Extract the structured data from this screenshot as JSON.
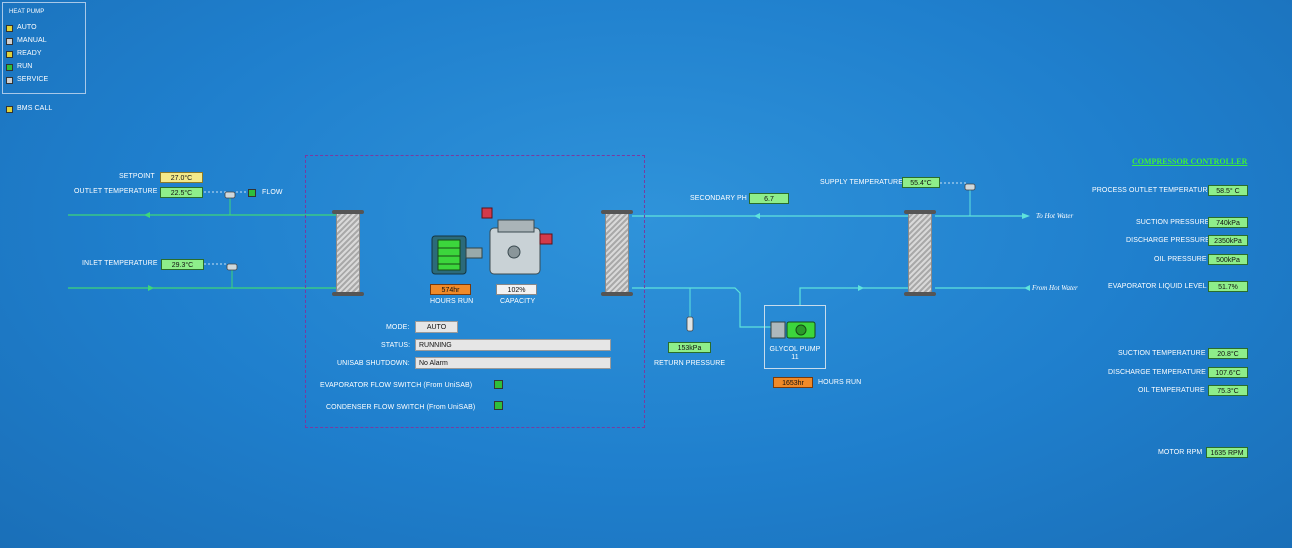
{
  "legend": {
    "title": "HEAT PUMP",
    "items": [
      {
        "label": "AUTO",
        "color": "#e0d23a"
      },
      {
        "label": "MANUAL",
        "color": "#cfcfcf"
      },
      {
        "label": "READY",
        "color": "#e0d23a"
      },
      {
        "label": "RUN",
        "color": "#2fbf3a"
      },
      {
        "label": "SERVICE",
        "color": "#cfcfcf"
      }
    ],
    "bms_call": {
      "label": "BMS CALL",
      "color": "#e0d23a"
    }
  },
  "left": {
    "setpoint_label": "SETPOINT",
    "setpoint_value": "27.0°C",
    "outlet_label": "OUTLET TEMPERATURE",
    "outlet_value": "22.5°C",
    "flow_label": "FLOW",
    "inlet_label": "INLET TEMPERATURE",
    "inlet_value": "29.3°C"
  },
  "compressor": {
    "hours_value": "574hr",
    "hours_label": "HOURS RUN",
    "capacity_value": "102%",
    "capacity_label": "CAPACITY"
  },
  "status": {
    "mode_label": "MODE:",
    "mode_value": "AUTO",
    "status_label": "STATUS:",
    "status_value": "RUNNING",
    "shutdown_label": "UNISAB SHUTDOWN:",
    "shutdown_value": "No Alarm",
    "evap_switch_label": "EVAPORATOR FLOW SWITCH (From UniSAB)",
    "cond_switch_label": "CONDENSER FLOW SWITCH (From UniSAB)"
  },
  "secondary": {
    "ph_label": "SECONDARY PH",
    "ph_value": "6.7",
    "supply_label": "SUPPLY TEMPERATURE",
    "supply_value": "55.4°C",
    "to_hot_water": "To Hot Water",
    "from_hot_water": "From Hot Water",
    "return_pressure_value": "153kPa",
    "return_pressure_label": "RETURN PRESSURE",
    "pump_label": "GLYCOL PUMP 11",
    "pump_hours_value": "1653hr",
    "pump_hours_label": "HOURS RUN"
  },
  "controller": {
    "title": "COMPRESSOR CONTROLLER",
    "rows_top": [
      {
        "label": "PROCESS OUTLET TEMPERATURE",
        "value": "58.5° C"
      },
      {
        "label": "SUCTION PRESSURE",
        "value": "740kPa"
      },
      {
        "label": "DISCHARGE PRESSURE",
        "value": "2350kPa"
      },
      {
        "label": "OIL PRESSURE",
        "value": "500kPa"
      },
      {
        "label": "EVAPORATOR LIQUID LEVEL",
        "value": "51.7%"
      }
    ],
    "rows_mid": [
      {
        "label": "SUCTION TEMPERATURE",
        "value": "20.8°C"
      },
      {
        "label": "DISCHARGE TEMPERATURE",
        "value": "107.6°C"
      },
      {
        "label": "OIL TEMPERATURE",
        "value": "75.3°C"
      }
    ],
    "motor_label": "MOTOR RPM",
    "motor_value": "1635 RPM"
  },
  "colors": {
    "pipe_green": "#3fd67a",
    "pipe_cyan": "#5fe3dc",
    "value_green": "#8eee8a"
  }
}
